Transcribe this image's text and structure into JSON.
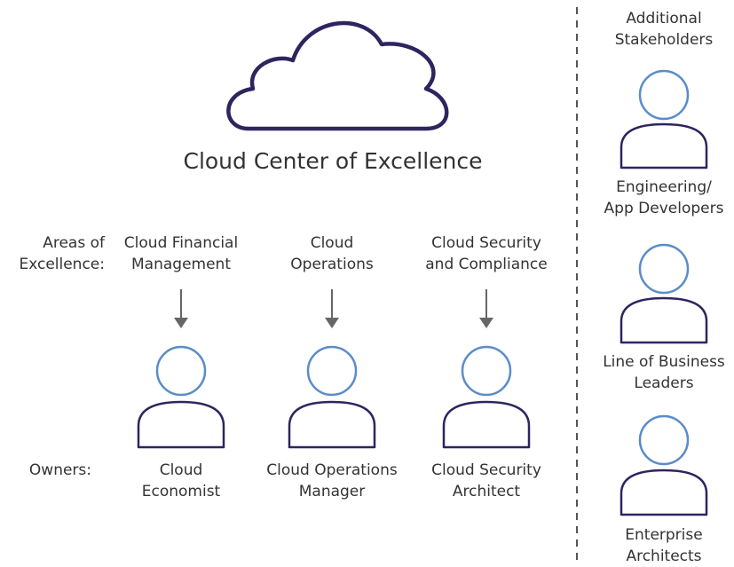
{
  "title": "Cloud Center of Excellence",
  "areas_label": "Areas of\nExcellence:",
  "owners_label": "Owners:",
  "areas": [
    "Cloud Financial\nManagement",
    "Cloud\nOperations",
    "Cloud Security\nand Compliance"
  ],
  "owners": [
    "Cloud\nEconomist",
    "Cloud Operations\nManager",
    "Cloud Security\nArchitect"
  ],
  "stakeholders_title": "Additional\nStakeholders",
  "stakeholders": [
    "Engineering/\nApp Developers",
    "Line of Business\nLeaders",
    "Enterprise\nArchitects"
  ],
  "colors": {
    "outline": "#30245f",
    "head": "#5b8cc8",
    "arrow": "#666666",
    "divider": "#555555",
    "text": "#333333"
  }
}
